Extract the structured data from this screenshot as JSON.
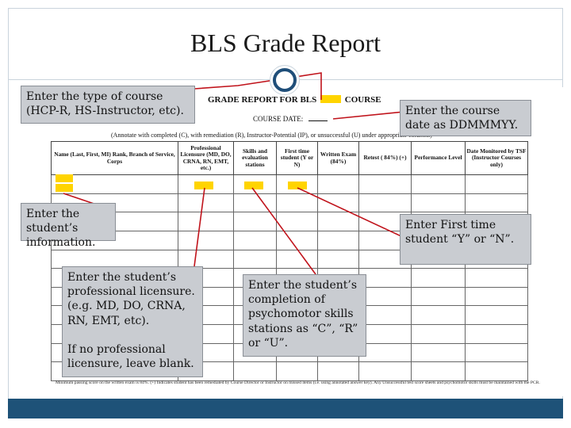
{
  "slide": {
    "title": "BLS Grade Report"
  },
  "form": {
    "title_left": "GRADE REPORT FOR BLS",
    "title_right": "COURSE",
    "course_date_label": "COURSE DATE:",
    "annotate_note": "(Annotate with completed (C), with remediation (R), Instructor-Potential (IP), or unsuccessful (U) under appropriate columns)",
    "columns": [
      "Name (Last, First, MI) Rank, Branch of Service, Corps",
      "Professional Licensure (MD, DO, CRNA, RN, EMT, etc.)",
      "Skills and evaluation stations",
      "First time student (Y or N)",
      "Written Exam (84%)",
      "Retest ( 84%) (+)",
      "Performance Level",
      "Date Monitored by TSF (Instructor Courses only)"
    ],
    "footnote": "Minimum passing score on the written exam is 84%. (+) Indicates student has been remediated by Course Director or Instructor on missed items (i.e. using annotated answer key). Any Unsuccessful test score sheets and psychomotor skills must be maintained with the PCR."
  },
  "callouts": {
    "course_type": "Enter the type of course (HCP-R, HS-Instructor, etc).",
    "course_date": "Enter the course date as DDMMMYY.",
    "student_info": "Enter the student’s information.",
    "first_time": "Enter First time student “Y” or “N”.",
    "licensure_line1": "Enter the student’s professional licensure. (e.g. MD, DO, CRNA, RN, EMT, etc).",
    "licensure_line2": "If no professional licensure, leave blank.",
    "skills": "Enter the student’s completion of psychomotor skills stations as “C”, “R” or “U”."
  },
  "colors": {
    "accent": "#1e5278",
    "highlight": "#ffd400",
    "callout_fill": "#c9ccd1"
  }
}
